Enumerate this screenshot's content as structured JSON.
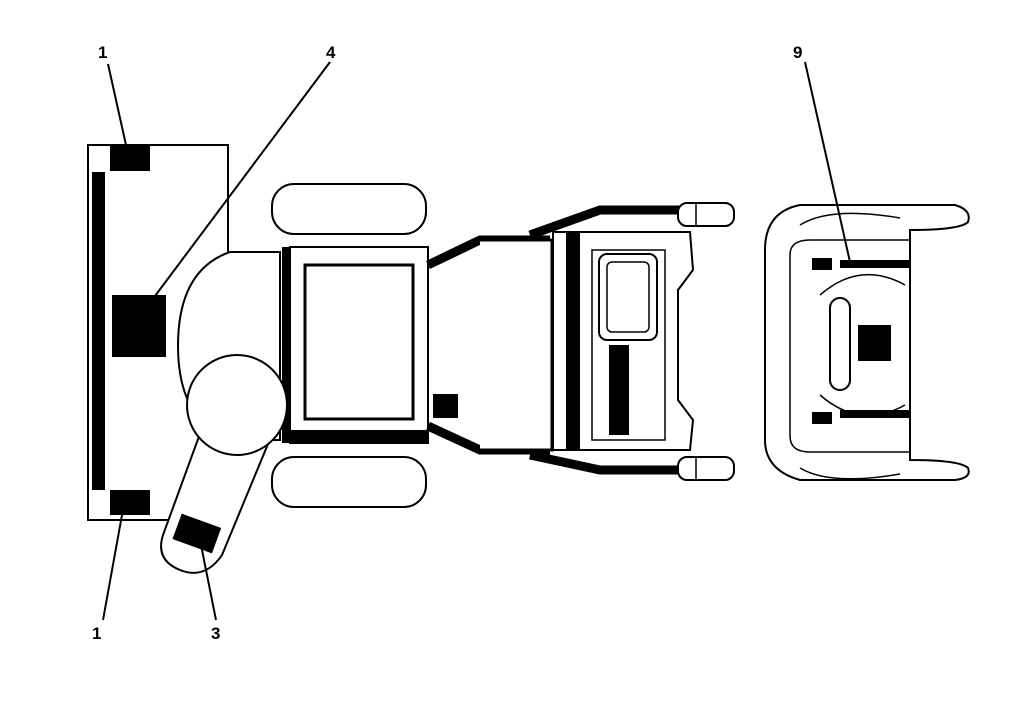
{
  "callouts": [
    {
      "id": "callout-1-top",
      "label": "1"
    },
    {
      "id": "callout-4",
      "label": "4"
    },
    {
      "id": "callout-9",
      "label": "9"
    },
    {
      "id": "callout-1-bottom",
      "label": "1"
    },
    {
      "id": "callout-3",
      "label": "3"
    }
  ],
  "colors": {
    "line": "#000000",
    "background": "#ffffff"
  }
}
